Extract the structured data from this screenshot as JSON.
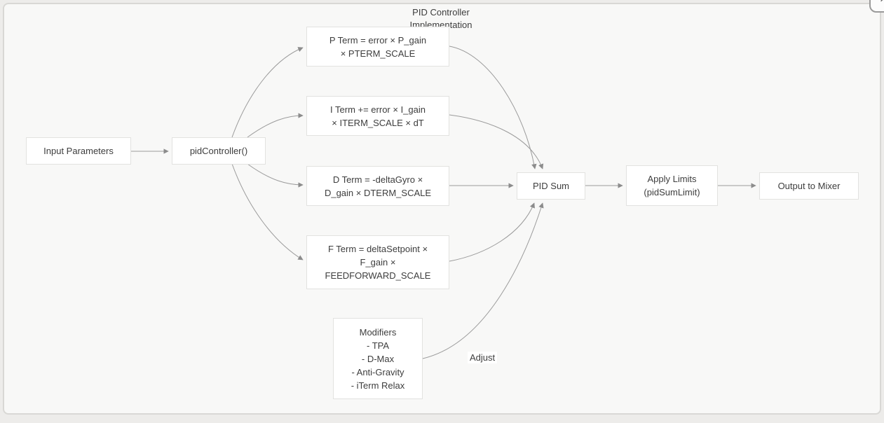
{
  "colors": {
    "page_bg": "#edecea",
    "canvas_bg": "#f8f8f7",
    "canvas_border": "#d9d8d5",
    "node_bg": "#ffffff",
    "node_border": "#e2e2e0",
    "text": "#3d3d3d",
    "edge": "#9b9b9b",
    "arrow": "#8c8c8c"
  },
  "window": {
    "close_label": "×"
  },
  "title": {
    "line1": "PID Controller",
    "line2": "Implementation"
  },
  "nodes": {
    "input_parameters": {
      "label": "Input Parameters"
    },
    "pid_controller": {
      "label": "pidController()"
    },
    "p_term": {
      "line1": "P Term = error × P_gain",
      "line2": "× PTERM_SCALE"
    },
    "i_term": {
      "line1": "I Term += error × I_gain",
      "line2": "× ITERM_SCALE × dT"
    },
    "d_term": {
      "line1": "D Term = -deltaGyro ×",
      "line2": "D_gain × DTERM_SCALE"
    },
    "f_term": {
      "line1": "F Term = deltaSetpoint ×",
      "line2": "F_gain ×",
      "line3": "FEEDFORWARD_SCALE"
    },
    "modifiers": {
      "line1": "Modifiers",
      "line2": "- TPA",
      "line3": "- D-Max",
      "line4": "- Anti-Gravity",
      "line5": "- iTerm Relax"
    },
    "pid_sum": {
      "label": "PID Sum"
    },
    "apply_limits": {
      "line1": "Apply Limits",
      "line2": "(pidSumLimit)"
    },
    "output_mixer": {
      "label": "Output to Mixer"
    }
  },
  "edge_labels": {
    "adjust": "Adjust"
  }
}
